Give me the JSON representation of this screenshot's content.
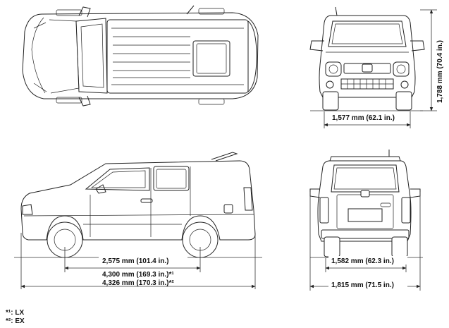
{
  "dimensions": {
    "front_track": "1,577 mm (62.1 in.)",
    "height": "1,788 mm (70.4 in.)",
    "wheelbase": "2,575 mm (101.4 in.)",
    "length_lx": "4,300 mm (169.3 in.)*¹",
    "length_ex": "4,326 mm (170.3 in.)*²",
    "rear_track": "1,582 mm (62.3 in.)",
    "width": "1,815 mm (71.5 in.)"
  },
  "legend": {
    "note1": "*¹: LX",
    "note2": "*²: EX"
  }
}
